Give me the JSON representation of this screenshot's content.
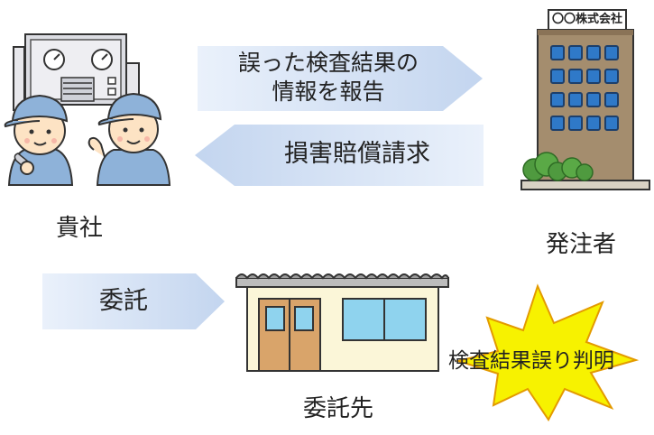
{
  "parties": {
    "own_company": "貴社",
    "client": "発注者",
    "subcontractor": "委託先"
  },
  "arrows": {
    "report_line1": "誤った検査結果の",
    "report_line2": "情報を報告",
    "damages": "損害賠償請求",
    "outsource": "委託"
  },
  "building_sign": "〇〇株式会社",
  "burst_text": "検査結果誤り判明",
  "colors": {
    "arrow_light": "#eaf1fb",
    "arrow_dark": "#c3d5ef",
    "burst_fill": "#f7f200",
    "burst_stroke": "#e39a00",
    "uniform": "#8eb2d9",
    "building": "#a48d6e",
    "window": "#2f79c8",
    "warehouse_wall": "#fbf6d8",
    "door": "#d9a46a",
    "window_glass": "#8fd3ee",
    "tree": "#4f9a3f"
  }
}
